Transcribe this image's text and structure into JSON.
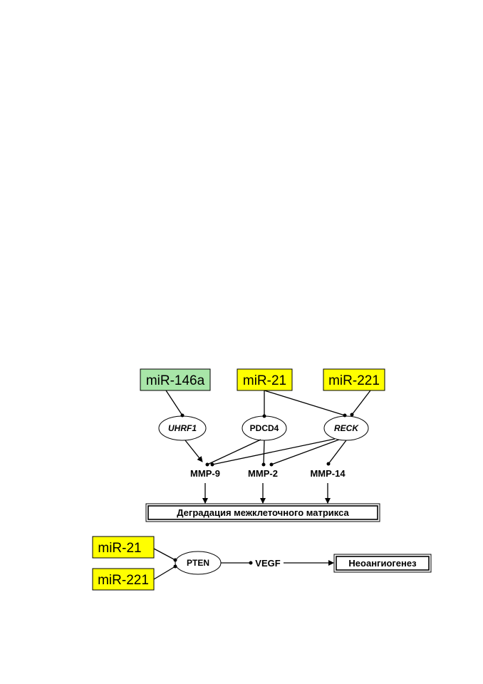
{
  "colors": {
    "green_box": "#a8e6a8",
    "yellow_box": "#ffff00",
    "line": "#000000"
  },
  "top": {
    "mirnas": {
      "mir146a": "miR-146a",
      "mir21": "miR-21",
      "mir221": "miR-221"
    },
    "targets": {
      "uhrf1": "UHRF1",
      "pdcd4": "PDCD4",
      "reck": "RECK"
    },
    "mmps": {
      "mmp9": "MMP-9",
      "mmp2": "MMP-2",
      "mmp14": "MMP-14"
    },
    "outcome": "Деградация межклеточного матрикса"
  },
  "bottom": {
    "mirnas": {
      "mir21": "miR-21",
      "mir221": "miR-221"
    },
    "pten": "PTEN",
    "vegf": "VEGF",
    "outcome": "Неоангиогенез"
  }
}
